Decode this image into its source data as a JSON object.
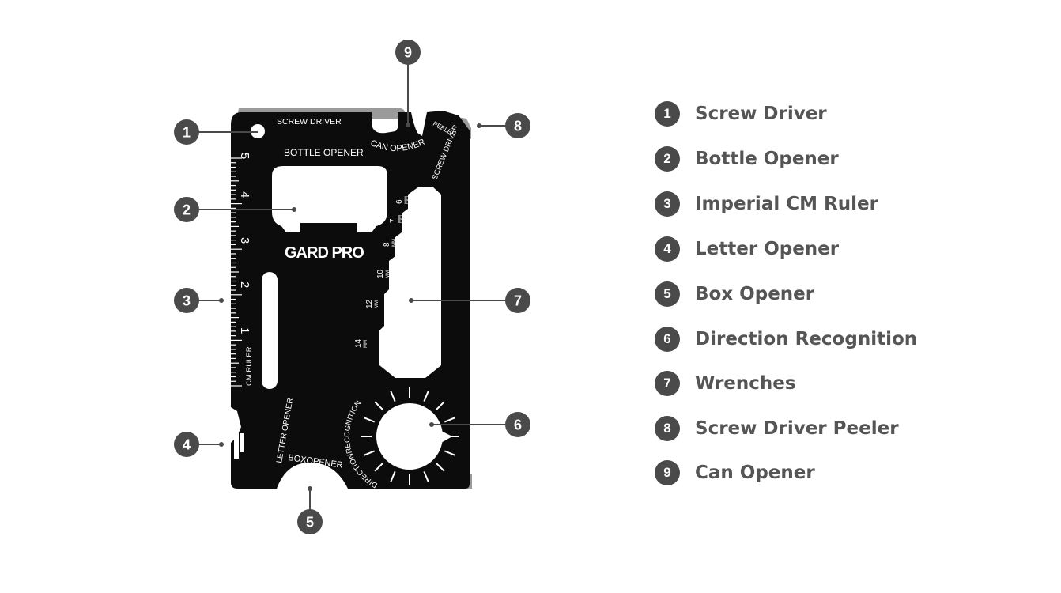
{
  "card": {
    "brand": "GARD PRO",
    "brand_mark": ".",
    "labels": {
      "screw_driver": "SCREW DRIVER",
      "bottle_opener": "BOTTLE OPENER",
      "can_opener": "CAN OPENER",
      "peeler": "PEELER",
      "screw_driver_right": "SCREW DRIVER",
      "cm_ruler": "CM RULER",
      "letter_opener": "LETTER OPENER",
      "box_opener": "BOXOPENER",
      "direction": "DIRECTIONRECOGNITION"
    },
    "ruler_numbers": [
      "5",
      "4",
      "3",
      "2",
      "1"
    ],
    "wrench_sizes": [
      {
        "size": "6",
        "unit": "MM"
      },
      {
        "size": "7",
        "unit": "MM"
      },
      {
        "size": "8",
        "unit": "MM"
      },
      {
        "size": "10",
        "unit": "MM"
      },
      {
        "size": "12",
        "unit": "MM"
      },
      {
        "size": "14",
        "unit": "MM"
      }
    ]
  },
  "callouts": [
    "1",
    "2",
    "3",
    "4",
    "5",
    "6",
    "7",
    "8",
    "9"
  ],
  "legend": [
    {
      "number": "1",
      "label": "Screw Driver"
    },
    {
      "number": "2",
      "label": "Bottle Opener"
    },
    {
      "number": "3",
      "label": "Imperial CM Ruler"
    },
    {
      "number": "4",
      "label": "Letter Opener"
    },
    {
      "number": "5",
      "label": "Box Opener"
    },
    {
      "number": "6",
      "label": "Direction Recognition"
    },
    {
      "number": "7",
      "label": "Wrenches"
    },
    {
      "number": "8",
      "label": "Screw Driver Peeler"
    },
    {
      "number": "9",
      "label": "Can Opener"
    }
  ],
  "colors": {
    "card": "#0c0c0c",
    "card_edge": "#9a9a9a",
    "badge": "#4a4a4a",
    "legend_text": "#555555",
    "leader": "#4a4a4a"
  }
}
